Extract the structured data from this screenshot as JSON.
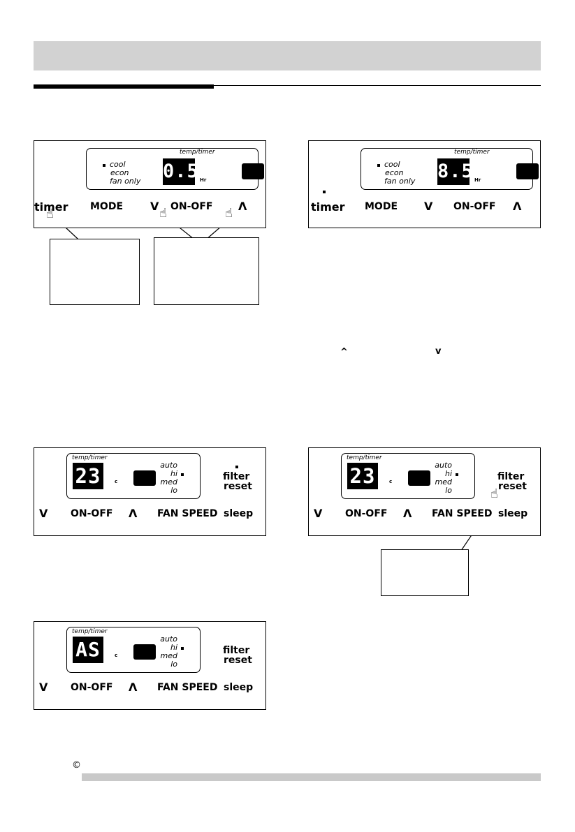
{
  "panels": {
    "modes": [
      "cool",
      "econ",
      "fan only"
    ],
    "fan_speeds": [
      "auto",
      "hi",
      "med",
      "lo"
    ],
    "temp_timer_label": "temp/timer",
    "unit_hr": "Hr",
    "unit_c": "c",
    "buttons_top": {
      "timer": "timer",
      "mode": "MODE",
      "down": "V",
      "on_off": "ON-OFF",
      "up": "Λ"
    },
    "buttons_bottom": {
      "down": "V",
      "on_off": "ON-OFF",
      "up": "Λ",
      "fan_speed": "FAN SPEED",
      "sleep": "sleep",
      "filter": "filter",
      "reset": "reset"
    },
    "panel1_display": "0.5",
    "panel2_display": "8.5",
    "panel3_display": "23",
    "panel4_display": "23",
    "panel5_display": "AS"
  },
  "text": {
    "up_caret": "^",
    "down_caret": "v",
    "copyright": "©"
  }
}
